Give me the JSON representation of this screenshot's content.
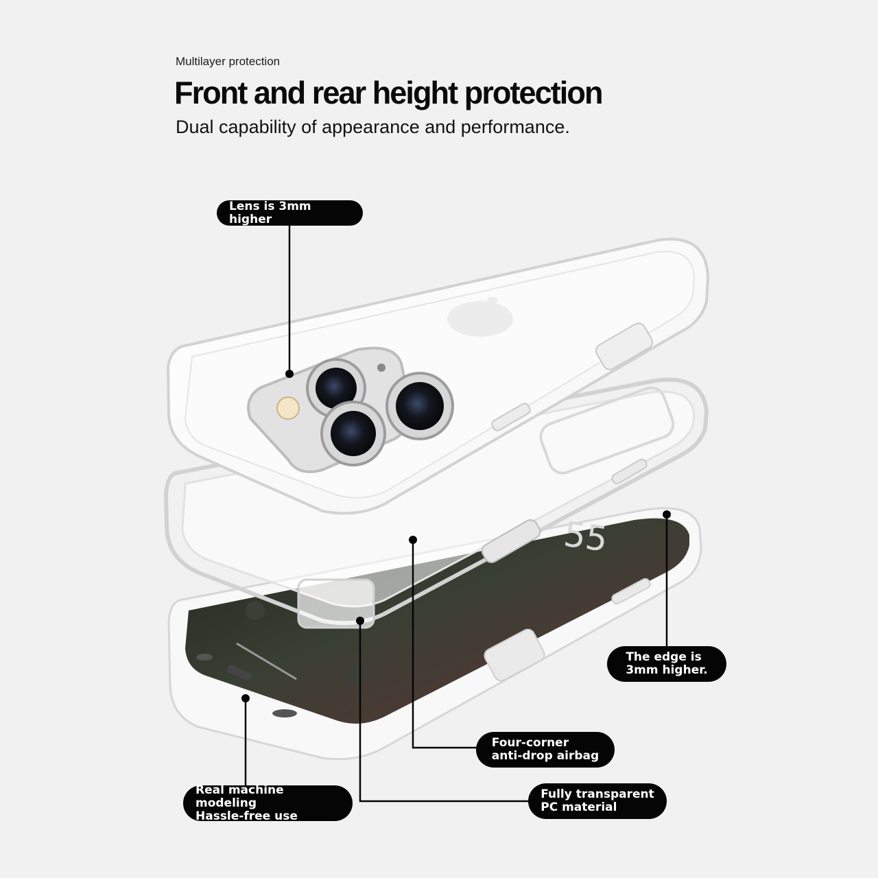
{
  "header": {
    "kicker": "Multilayer protection",
    "headline": "Front and rear height protection",
    "subline": "Dual capability of appearance and performance."
  },
  "callouts": {
    "lens": "Lens is 3mm higher",
    "edge_line1": "The edge is",
    "edge_line2": "3mm higher.",
    "airbag_line1": "Four-corner",
    "airbag_line2": "anti-drop airbag",
    "modeling_line1": "Real machine modeling",
    "modeling_line2": "Hassle-free use",
    "material_line1": "Fully transparent",
    "material_line2": "PC material"
  },
  "screen": {
    "clock": "55"
  },
  "colors": {
    "background": "#f2f1f1",
    "pill": "#050505",
    "pill_text": "#ffffff",
    "screen": "#2a3226"
  },
  "icons": [
    "apple-logo-icon",
    "camera-lens-icon",
    "flashlight-icon",
    "camera-icon"
  ]
}
